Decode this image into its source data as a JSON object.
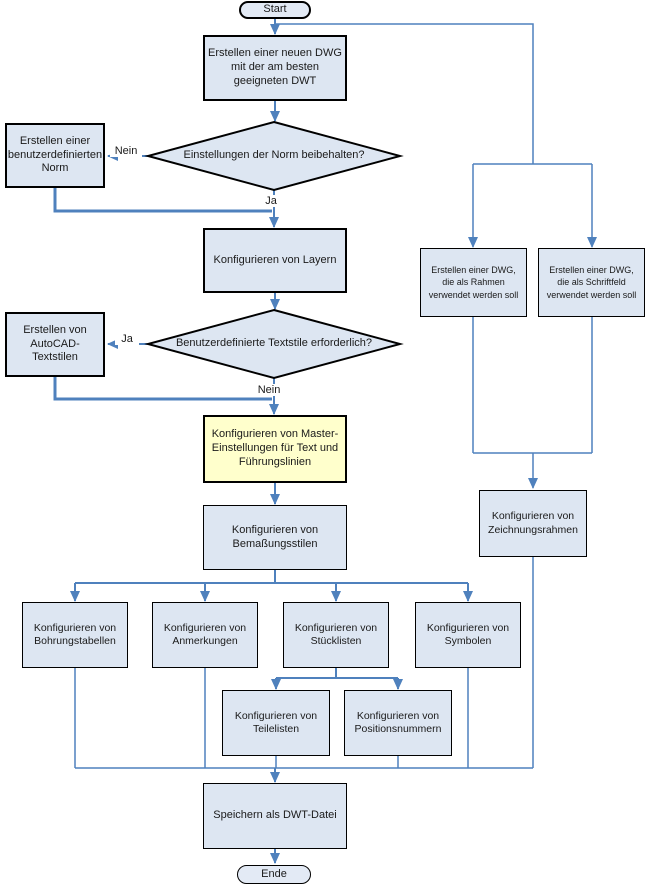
{
  "diagram": {
    "type": "flowchart",
    "language": "de",
    "colors": {
      "node_fill": "#dde6f2",
      "highlight_fill": "#ffffcc",
      "connector": "#4f81bd",
      "border": "#000000",
      "background": "#ffffff"
    },
    "nodes": {
      "start": {
        "label": "Start",
        "shape": "terminator"
      },
      "create_dwg": {
        "label": "Erstellen einer neuen DWG mit der am besten geeigneten DWT",
        "shape": "process"
      },
      "decision_norm": {
        "label": "Einstellungen der Norm beibehalten?",
        "shape": "decision"
      },
      "create_custom_norm": {
        "label": "Erstellen einer benutzerdefinierten Norm",
        "shape": "process"
      },
      "configure_layers": {
        "label": "Konfigurieren von Layern",
        "shape": "process"
      },
      "decision_textstyles": {
        "label": "Benutzerdefinierte Textstile erforderlich?",
        "shape": "decision"
      },
      "create_textstyles": {
        "label": "Erstellen von AutoCAD-Textstilen",
        "shape": "process"
      },
      "configure_master": {
        "label": "Konfigurieren von Master-Einstellungen für Text und Führungslinien",
        "shape": "process",
        "highlighted": true
      },
      "configure_dimensions": {
        "label": "Konfigurieren von Bemaßungsstilen",
        "shape": "process"
      },
      "create_dwg_rahmen": {
        "label": "Erstellen einer DWG, die als Rahmen verwendet werden soll",
        "shape": "process"
      },
      "create_dwg_schriftfeld": {
        "label": "Erstellen einer DWG, die als Schriftfeld verwendet werden soll",
        "shape": "process"
      },
      "configure_zeichnungsrahmen": {
        "label": "Konfigurieren von Zeichnungsrahmen",
        "shape": "process"
      },
      "configure_bohrungstabellen": {
        "label": "Konfigurieren von Bohrungstabellen",
        "shape": "process"
      },
      "configure_anmerkungen": {
        "label": "Konfigurieren von Anmerkungen",
        "shape": "process"
      },
      "configure_stuecklisten": {
        "label": "Konfigurieren von Stücklisten",
        "shape": "process"
      },
      "configure_symbole": {
        "label": "Konfigurieren von Symbolen",
        "shape": "process"
      },
      "configure_teilelisten": {
        "label": "Konfigurieren von Teilelisten",
        "shape": "process"
      },
      "configure_positionsnummern": {
        "label": "Konfigurieren von Positionsnummern",
        "shape": "process"
      },
      "save_dwt": {
        "label": "Speichern als DWT-Datei",
        "shape": "process"
      },
      "end": {
        "label": "Ende",
        "shape": "terminator"
      }
    },
    "edge_labels": {
      "nein_norm": "Nein",
      "ja_norm": "Ja",
      "ja_textstyles": "Ja",
      "nein_textstyles": "Nein"
    },
    "edges": [
      {
        "from": "start",
        "to": "create_dwg",
        "label": ""
      },
      {
        "from": "start",
        "to": "create_dwg_rahmen",
        "label": ""
      },
      {
        "from": "start",
        "to": "create_dwg_schriftfeld",
        "label": ""
      },
      {
        "from": "create_dwg",
        "to": "decision_norm",
        "label": ""
      },
      {
        "from": "decision_norm",
        "to": "create_custom_norm",
        "label": "Nein"
      },
      {
        "from": "decision_norm",
        "to": "configure_layers",
        "label": "Ja"
      },
      {
        "from": "create_custom_norm",
        "to": "configure_layers",
        "label": ""
      },
      {
        "from": "configure_layers",
        "to": "decision_textstyles",
        "label": ""
      },
      {
        "from": "decision_textstyles",
        "to": "create_textstyles",
        "label": "Ja"
      },
      {
        "from": "decision_textstyles",
        "to": "configure_master",
        "label": "Nein"
      },
      {
        "from": "create_textstyles",
        "to": "configure_master",
        "label": ""
      },
      {
        "from": "configure_master",
        "to": "configure_dimensions",
        "label": ""
      },
      {
        "from": "configure_dimensions",
        "to": "configure_bohrungstabellen",
        "label": ""
      },
      {
        "from": "configure_dimensions",
        "to": "configure_anmerkungen",
        "label": ""
      },
      {
        "from": "configure_dimensions",
        "to": "configure_stuecklisten",
        "label": ""
      },
      {
        "from": "configure_dimensions",
        "to": "configure_symbole",
        "label": ""
      },
      {
        "from": "configure_stuecklisten",
        "to": "configure_teilelisten",
        "label": ""
      },
      {
        "from": "configure_stuecklisten",
        "to": "configure_positionsnummern",
        "label": ""
      },
      {
        "from": "create_dwg_rahmen",
        "to": "configure_zeichnungsrahmen",
        "label": ""
      },
      {
        "from": "create_dwg_schriftfeld",
        "to": "configure_zeichnungsrahmen",
        "label": ""
      },
      {
        "from": "configure_bohrungstabellen",
        "to": "save_dwt",
        "label": ""
      },
      {
        "from": "configure_anmerkungen",
        "to": "save_dwt",
        "label": ""
      },
      {
        "from": "configure_teilelisten",
        "to": "save_dwt",
        "label": ""
      },
      {
        "from": "configure_positionsnummern",
        "to": "save_dwt",
        "label": ""
      },
      {
        "from": "configure_symbole",
        "to": "save_dwt",
        "label": ""
      },
      {
        "from": "configure_zeichnungsrahmen",
        "to": "save_dwt",
        "label": ""
      },
      {
        "from": "save_dwt",
        "to": "end",
        "label": ""
      }
    ]
  }
}
